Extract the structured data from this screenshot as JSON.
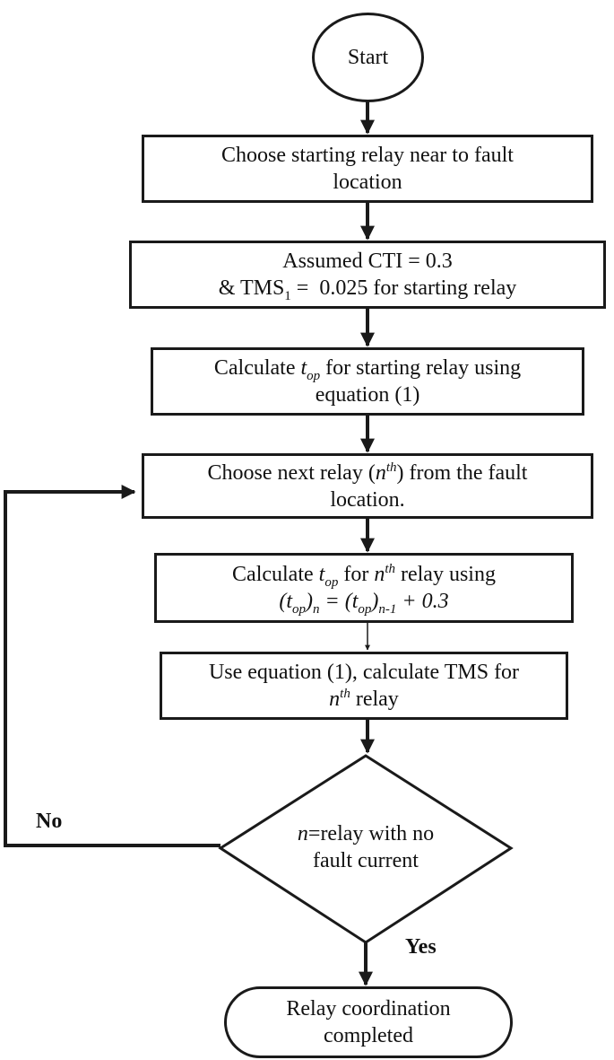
{
  "flowchart": {
    "start": "Start",
    "step1": {
      "line1": "Choose starting relay near to fault",
      "line2": "location"
    },
    "step2": {
      "line1": "Assumed CTI = 0.3",
      "line2_prefix": "& TMS",
      "line2_sub": "1",
      "line2_suffix": " =  0.025 for starting relay"
    },
    "step3": {
      "prefix": "Calculate ",
      "var": "t",
      "var_sub": "op",
      "suffix": " for starting relay using",
      "line2": "equation (1)"
    },
    "step4": {
      "prefix": "Choose next relay (",
      "var": "n",
      "var_sup": "th",
      "suffix": ") from the fault",
      "line2": "location."
    },
    "step5": {
      "prefix": "Calculate ",
      "var": "t",
      "var_sub": "op",
      "mid": " for ",
      "n": "n",
      "n_sup": "th",
      "suffix": " relay using",
      "f_open1": "(t",
      "f_sub1": "op",
      "f_close1": ")",
      "f_sub_n": "n",
      "f_eq": " = (t",
      "f_sub2": "op",
      "f_close2": ")",
      "f_sub_n1": "n-1",
      "f_tail": " + 0.3"
    },
    "step6": {
      "line1": "Use equation (1), calculate TMS for",
      "n": "n",
      "n_sup": "th",
      "suffix": " relay"
    },
    "decision": {
      "var": "n",
      "line1_rest": "=relay with no",
      "line2": "fault current"
    },
    "no_label": "No",
    "yes_label": "Yes",
    "end": {
      "line1": "Relay coordination",
      "line2": "completed"
    }
  }
}
